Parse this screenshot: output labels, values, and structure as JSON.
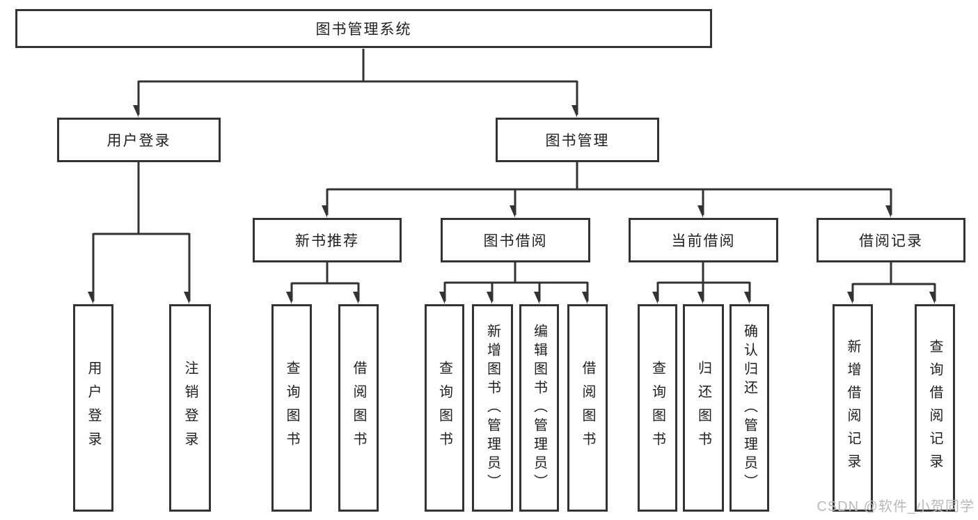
{
  "diagram_title": "图书管理系统",
  "tree": {
    "root": {
      "label": "图书管理系统"
    },
    "branches": [
      {
        "label": "用户登录",
        "children": [
          {
            "label": "用户登录"
          },
          {
            "label": "注销登录"
          }
        ]
      },
      {
        "label": "图书管理",
        "children": [
          {
            "label": "新书推荐",
            "children": [
              {
                "label": "查询图书"
              },
              {
                "label": "借阅图书"
              }
            ]
          },
          {
            "label": "图书借阅",
            "children": [
              {
                "label": "查询图书"
              },
              {
                "label": "新增图书（管理员）"
              },
              {
                "label": "编辑图书（管理员）"
              },
              {
                "label": "借阅图书"
              }
            ]
          },
          {
            "label": "当前借阅",
            "children": [
              {
                "label": "查询图书"
              },
              {
                "label": "归还图书"
              },
              {
                "label": "确认归还（管理员）"
              }
            ]
          },
          {
            "label": "借阅记录",
            "children": [
              {
                "label": "新增借阅记录"
              },
              {
                "label": "查询借阅记录"
              }
            ]
          }
        ]
      }
    ]
  },
  "watermark": {
    "text": "CSDN @软件_小贺同学"
  },
  "colors": {
    "line": "#333333",
    "text": "#1f1f1f",
    "watermark": "#b9b9b9",
    "background": "#ffffff"
  }
}
